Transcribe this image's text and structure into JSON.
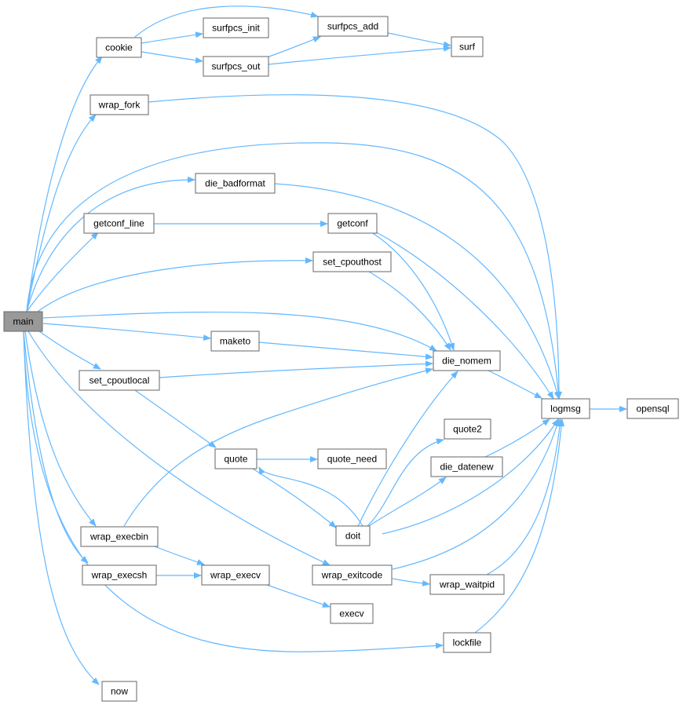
{
  "graph": {
    "colors": {
      "edge": "#63b8ff",
      "node_fill": "#ffffff",
      "node_border": "#666666",
      "root_fill": "#999999"
    },
    "nodes": {
      "main": "main",
      "cookie": "cookie",
      "surfpcs_init": "surfpcs_init",
      "surfpcs_out": "surfpcs_out",
      "surfpcs_add": "surfpcs_add",
      "surf": "surf",
      "wrap_fork": "wrap_fork",
      "die_badformat": "die_badformat",
      "getconf_line": "getconf_line",
      "getconf": "getconf",
      "set_cpouthost": "set_cpouthost",
      "maketo": "maketo",
      "die_nomem": "die_nomem",
      "set_cpoutlocal": "set_cpoutlocal",
      "logmsg": "logmsg",
      "opensql": "opensql",
      "quote2": "quote2",
      "quote": "quote",
      "quote_need": "quote_need",
      "die_datenew": "die_datenew",
      "doit": "doit",
      "wrap_execbin": "wrap_execbin",
      "wrap_execsh": "wrap_execsh",
      "wrap_execv": "wrap_execv",
      "wrap_exitcode": "wrap_exitcode",
      "wrap_waitpid": "wrap_waitpid",
      "execv": "execv",
      "lockfile": "lockfile",
      "now": "now"
    }
  }
}
